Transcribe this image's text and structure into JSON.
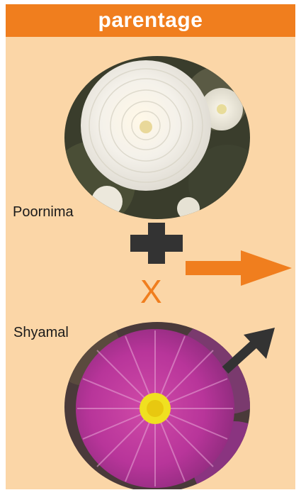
{
  "header": {
    "title": "parentage"
  },
  "female_parent": {
    "name": "Poornima",
    "symbol": "female-symbol-icon"
  },
  "male_parent": {
    "name": "Shyamal",
    "symbol": "male-symbol-icon"
  },
  "cross_symbol": "X",
  "colors": {
    "header_bg": "#f07e1e",
    "panel_bg": "#fbd6a7",
    "accent": "#f07e1e",
    "symbol_dark": "#333333"
  }
}
